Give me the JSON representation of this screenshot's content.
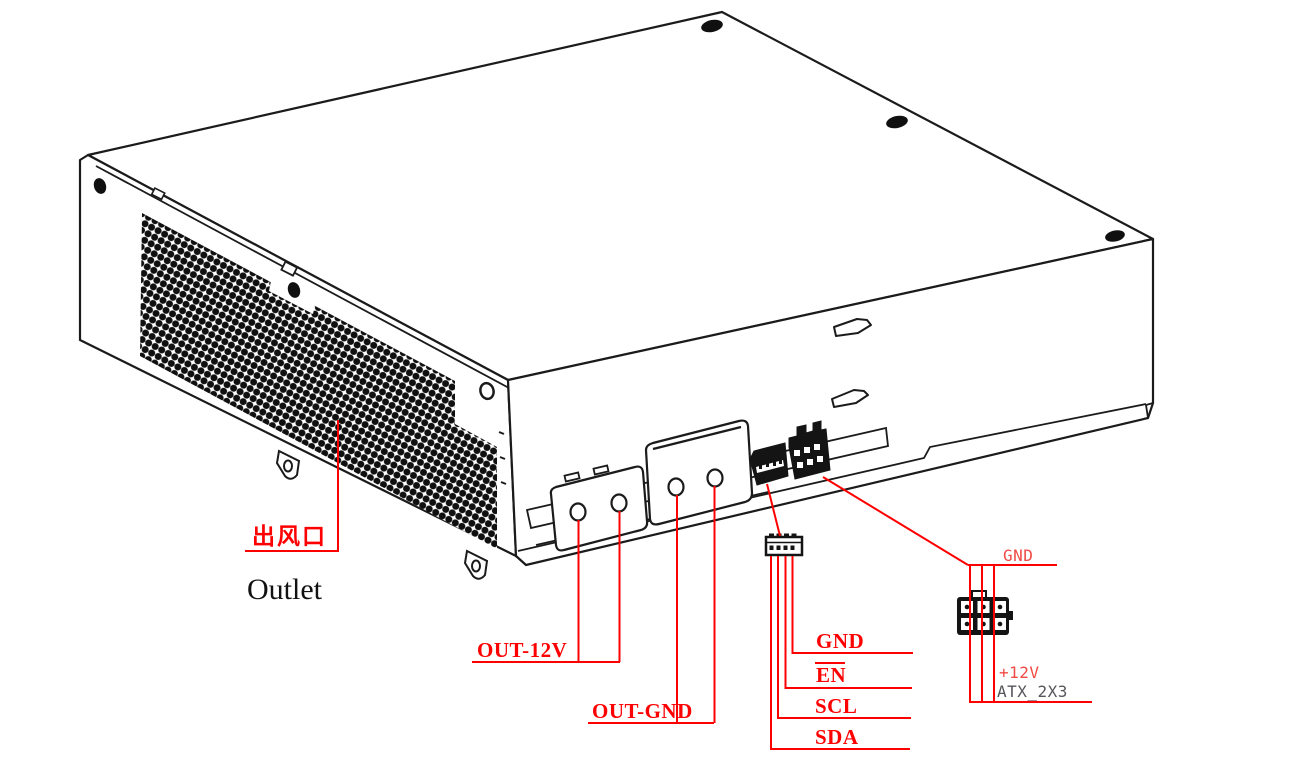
{
  "labels": {
    "outlet_cn": "出风口",
    "outlet_en": "Outlet",
    "out_12v": "OUT-12V",
    "out_gnd": "OUT-GND",
    "gnd": "GND",
    "en": "EN",
    "scl": "SCL",
    "sda": "SDA",
    "atx_gnd": "GND",
    "atx_12v": "+12V",
    "atx_name": "ATX_2X3"
  },
  "colors": {
    "annotation_red": "#ff0000",
    "cad_red": "#f04a44",
    "cad_gray": "#55565a",
    "ink": "#1b1b1b",
    "paper": "#ffffff"
  }
}
